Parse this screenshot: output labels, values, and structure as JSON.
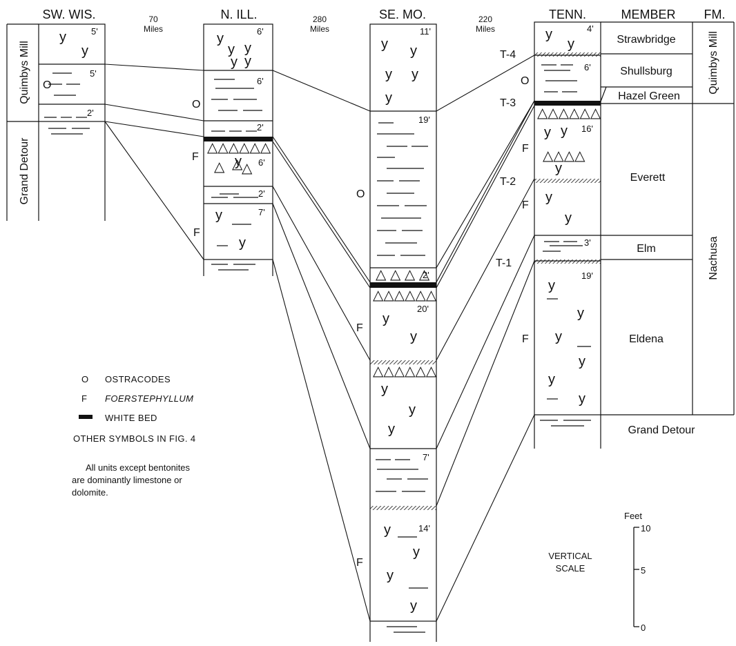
{
  "sections": [
    {
      "name": "SW. WIS.",
      "units": [
        {
          "thickness": "5'",
          "lithology": "dolomite"
        },
        {
          "thickness": "5'",
          "lithology": "shaly",
          "fossil": "O"
        },
        {
          "thickness": "2'",
          "lithology": "shaly"
        }
      ]
    },
    {
      "name": "N. ILL.",
      "units": [
        {
          "thickness": "6'",
          "lithology": "dolomite"
        },
        {
          "thickness": "6'",
          "lithology": "shaly",
          "fossil": "O"
        },
        {
          "thickness": "2'",
          "lithology": "shaly"
        },
        {
          "thickness": "6'",
          "lithology": "chert",
          "fossil": "F"
        },
        {
          "thickness": "2'",
          "lithology": "shaly"
        },
        {
          "thickness": "7'",
          "lithology": "dolomite",
          "fossil": "F"
        }
      ]
    },
    {
      "name": "SE. MO.",
      "units": [
        {
          "thickness": "11'",
          "lithology": "dolomite"
        },
        {
          "thickness": "19'",
          "lithology": "shaly",
          "fossil": "O"
        },
        {
          "thickness": "2'",
          "lithology": "chert"
        },
        {
          "thickness": "20'",
          "lithology": "dolomite",
          "fossil": "F"
        },
        {
          "thickness": "7'",
          "lithology": "shaly"
        },
        {
          "thickness": "14'",
          "lithology": "dolomite",
          "fossil": "F"
        }
      ]
    },
    {
      "name": "TENN.",
      "units": [
        {
          "thickness": "4'",
          "lithology": "dolomite"
        },
        {
          "thickness": "6'",
          "lithology": "shaly",
          "fossil": "O"
        },
        {
          "thickness": "16'",
          "lithology": "chert",
          "fossil": "F"
        },
        {
          "thickness": "3'",
          "lithology": "shaly"
        },
        {
          "thickness": "19'",
          "lithology": "dolomite",
          "fossil": "F"
        }
      ],
      "bentonites": [
        "T-4",
        "T-3",
        "T-2",
        "T-1"
      ]
    }
  ],
  "distances": [
    "70",
    "280",
    "220"
  ],
  "distance_unit": "Miles",
  "column_headers": {
    "member": "MEMBER",
    "formation": "FM."
  },
  "left_formations": [
    "Quimbys Mill",
    "Grand Detour"
  ],
  "members": [
    "Strawbridge",
    "Shullsburg",
    "Hazel Green",
    "Everett",
    "Elm",
    "Eldena",
    "Grand Detour"
  ],
  "formations": [
    "Quimbys Mill",
    "Nachusa"
  ],
  "legend": {
    "items": [
      {
        "symbol": "O",
        "text": "OSTRACODES"
      },
      {
        "symbol": "F",
        "text": "FOERSTEPHYLLUM"
      },
      {
        "symbol": "bar",
        "text": "WHITE BED"
      }
    ],
    "other": "OTHER SYMBOLS IN FIG. 4",
    "note": "All units except bentonites are dominantly limestone or dolomite."
  },
  "scale": {
    "title": "VERTICAL SCALE",
    "unit": "Feet",
    "ticks": [
      "10",
      "5",
      "0"
    ]
  }
}
